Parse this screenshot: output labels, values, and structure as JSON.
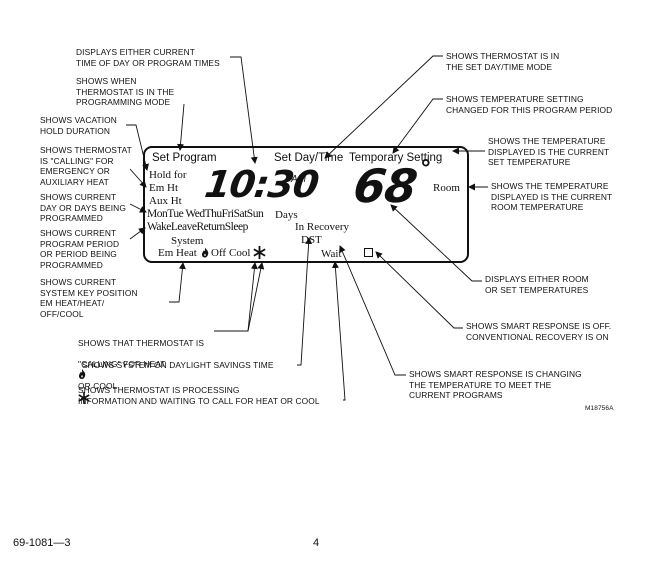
{
  "callouts": {
    "current_time": "DISPLAYS EITHER CURRENT\nTIME OF DAY OR PROGRAM TIMES",
    "programming_mode": "SHOWS WHEN\nTHERMOSTAT IS IN THE\nPROGRAMMING MODE",
    "vacation_hold": "SHOWS VACATION\nHOLD DURATION",
    "calling_em_aux": "SHOWS THERMOSTAT\nIS \"CALLING\" FOR\nEMERGENCY OR\nAUXILIARY HEAT",
    "current_day": "SHOWS CURRENT\nDAY OR DAYS BEING\nPROGRAMMED",
    "program_period": "SHOWS CURRENT\nPROGRAM PERIOD\nOR PERIOD BEING\nPROGRAMMED",
    "system_key": "SHOWS CURRENT\nSYSTEM KEY POSITION\nEM HEAT/HEAT/\nOFF/COOL",
    "calling_heat_cool_1": "SHOWS THAT THERMOSTAT IS",
    "calling_heat_cool_2a": "\"CALLING\" FOR HEAT",
    "calling_heat_cool_2b": "OR COOL",
    "daylight_savings": "SHOWS SYSTEM ON DAYLIGHT SAVINGS TIME",
    "processing": "SHOWS THERMOSTAT IS PROCESSING\nINFORMATION AND WAITING TO CALL FOR HEAT OR COOL",
    "set_day_time": "SHOWS THERMOSTAT IS IN\nTHE SET DAY/TIME MODE",
    "temp_setting_changed": "SHOWS TEMPERATURE SETTING\nCHANGED FOR THIS PROGRAM PERIOD",
    "current_set_temp": "SHOWS THE TEMPERATURE\nDISPLAYED IS THE CURRENT\nSET TEMPERATURE",
    "current_room_temp": "SHOWS THE TEMPERATURE\nDISPLAYED IS THE CURRENT\nROOM TEMPERATURE",
    "room_or_set": "DISPLAYS EITHER ROOM\nOR SET TEMPERATURES",
    "smart_response_off": "SHOWS SMART RESPONSE IS OFF.\nCONVENTIONAL RECOVERY IS ON",
    "smart_response_changing": "SHOWS SMART RESPONSE IS CHANGING\nTHE TEMPERATURE TO MEET THE\nCURRENT PROGRAMS"
  },
  "display": {
    "set_program": "Set Program",
    "set_day_time": "Set Day/Time",
    "temporary_setting": "Temporary Setting",
    "hold_for": "Hold for",
    "em_ht": "Em Ht",
    "aux_ht": "Aux Ht",
    "time": "10:30",
    "am": "AM",
    "temperature": "68",
    "degree": "°",
    "room": "Room",
    "days_row": "MonTue WedThuFriSatSun",
    "days_label": "Days",
    "periods_row": "WakeLeaveReturnSleep",
    "in_recovery": "In Recovery",
    "dst": "DST",
    "system": "System",
    "em_heat": "Em Heat",
    "off": "Off",
    "cool": "Cool",
    "wait": "Wait"
  },
  "icons": [
    "flame-icon",
    "snowflake-icon",
    "square-icon"
  ],
  "figure_id": "M18756A",
  "footer": {
    "doc_number": "69-1081—3",
    "page_number": "4"
  }
}
